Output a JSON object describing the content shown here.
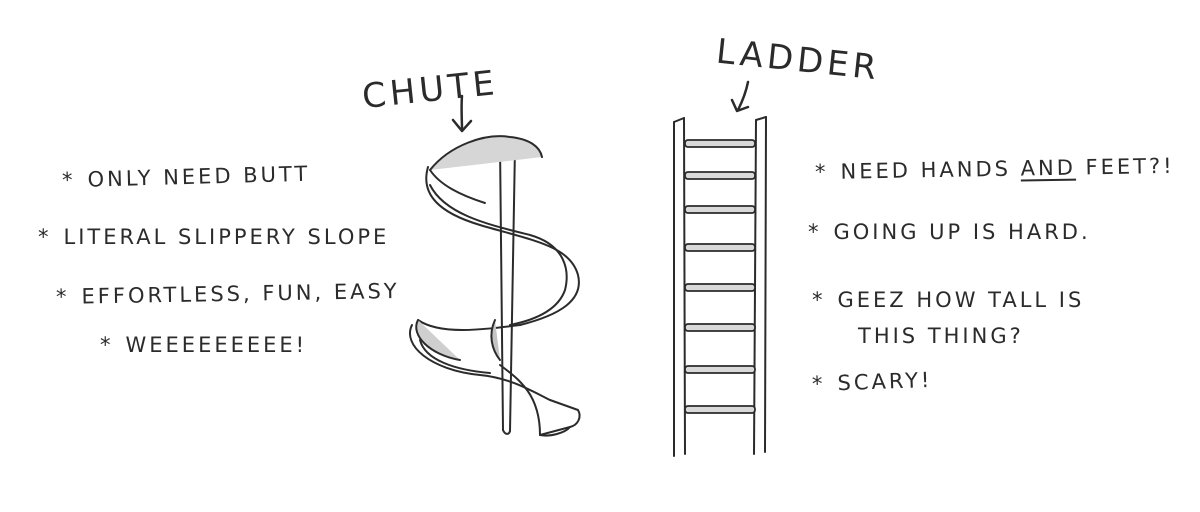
{
  "chute": {
    "title": "CHUTE",
    "notes": [
      "ONLY NEED BUTT",
      "LITERAL SLIPPERY SLOPE",
      "EFFORTLESS, FUN, EASY",
      "WEEEEEEEEE!"
    ]
  },
  "ladder": {
    "title": "LADDER",
    "notes": {
      "n1_pre": "NEED HANDS ",
      "n1_em": "AND",
      "n1_post": " FEET?!",
      "n2": "GOING UP IS HARD.",
      "n3_a": "GEEZ HOW TALL IS",
      "n3_b": "THIS THING?",
      "n4": "SCARY!"
    }
  },
  "bullet": "*",
  "colors": {
    "ink": "#2b2b2b",
    "shade": "#b9b9b9",
    "paper": "#ffffff"
  }
}
